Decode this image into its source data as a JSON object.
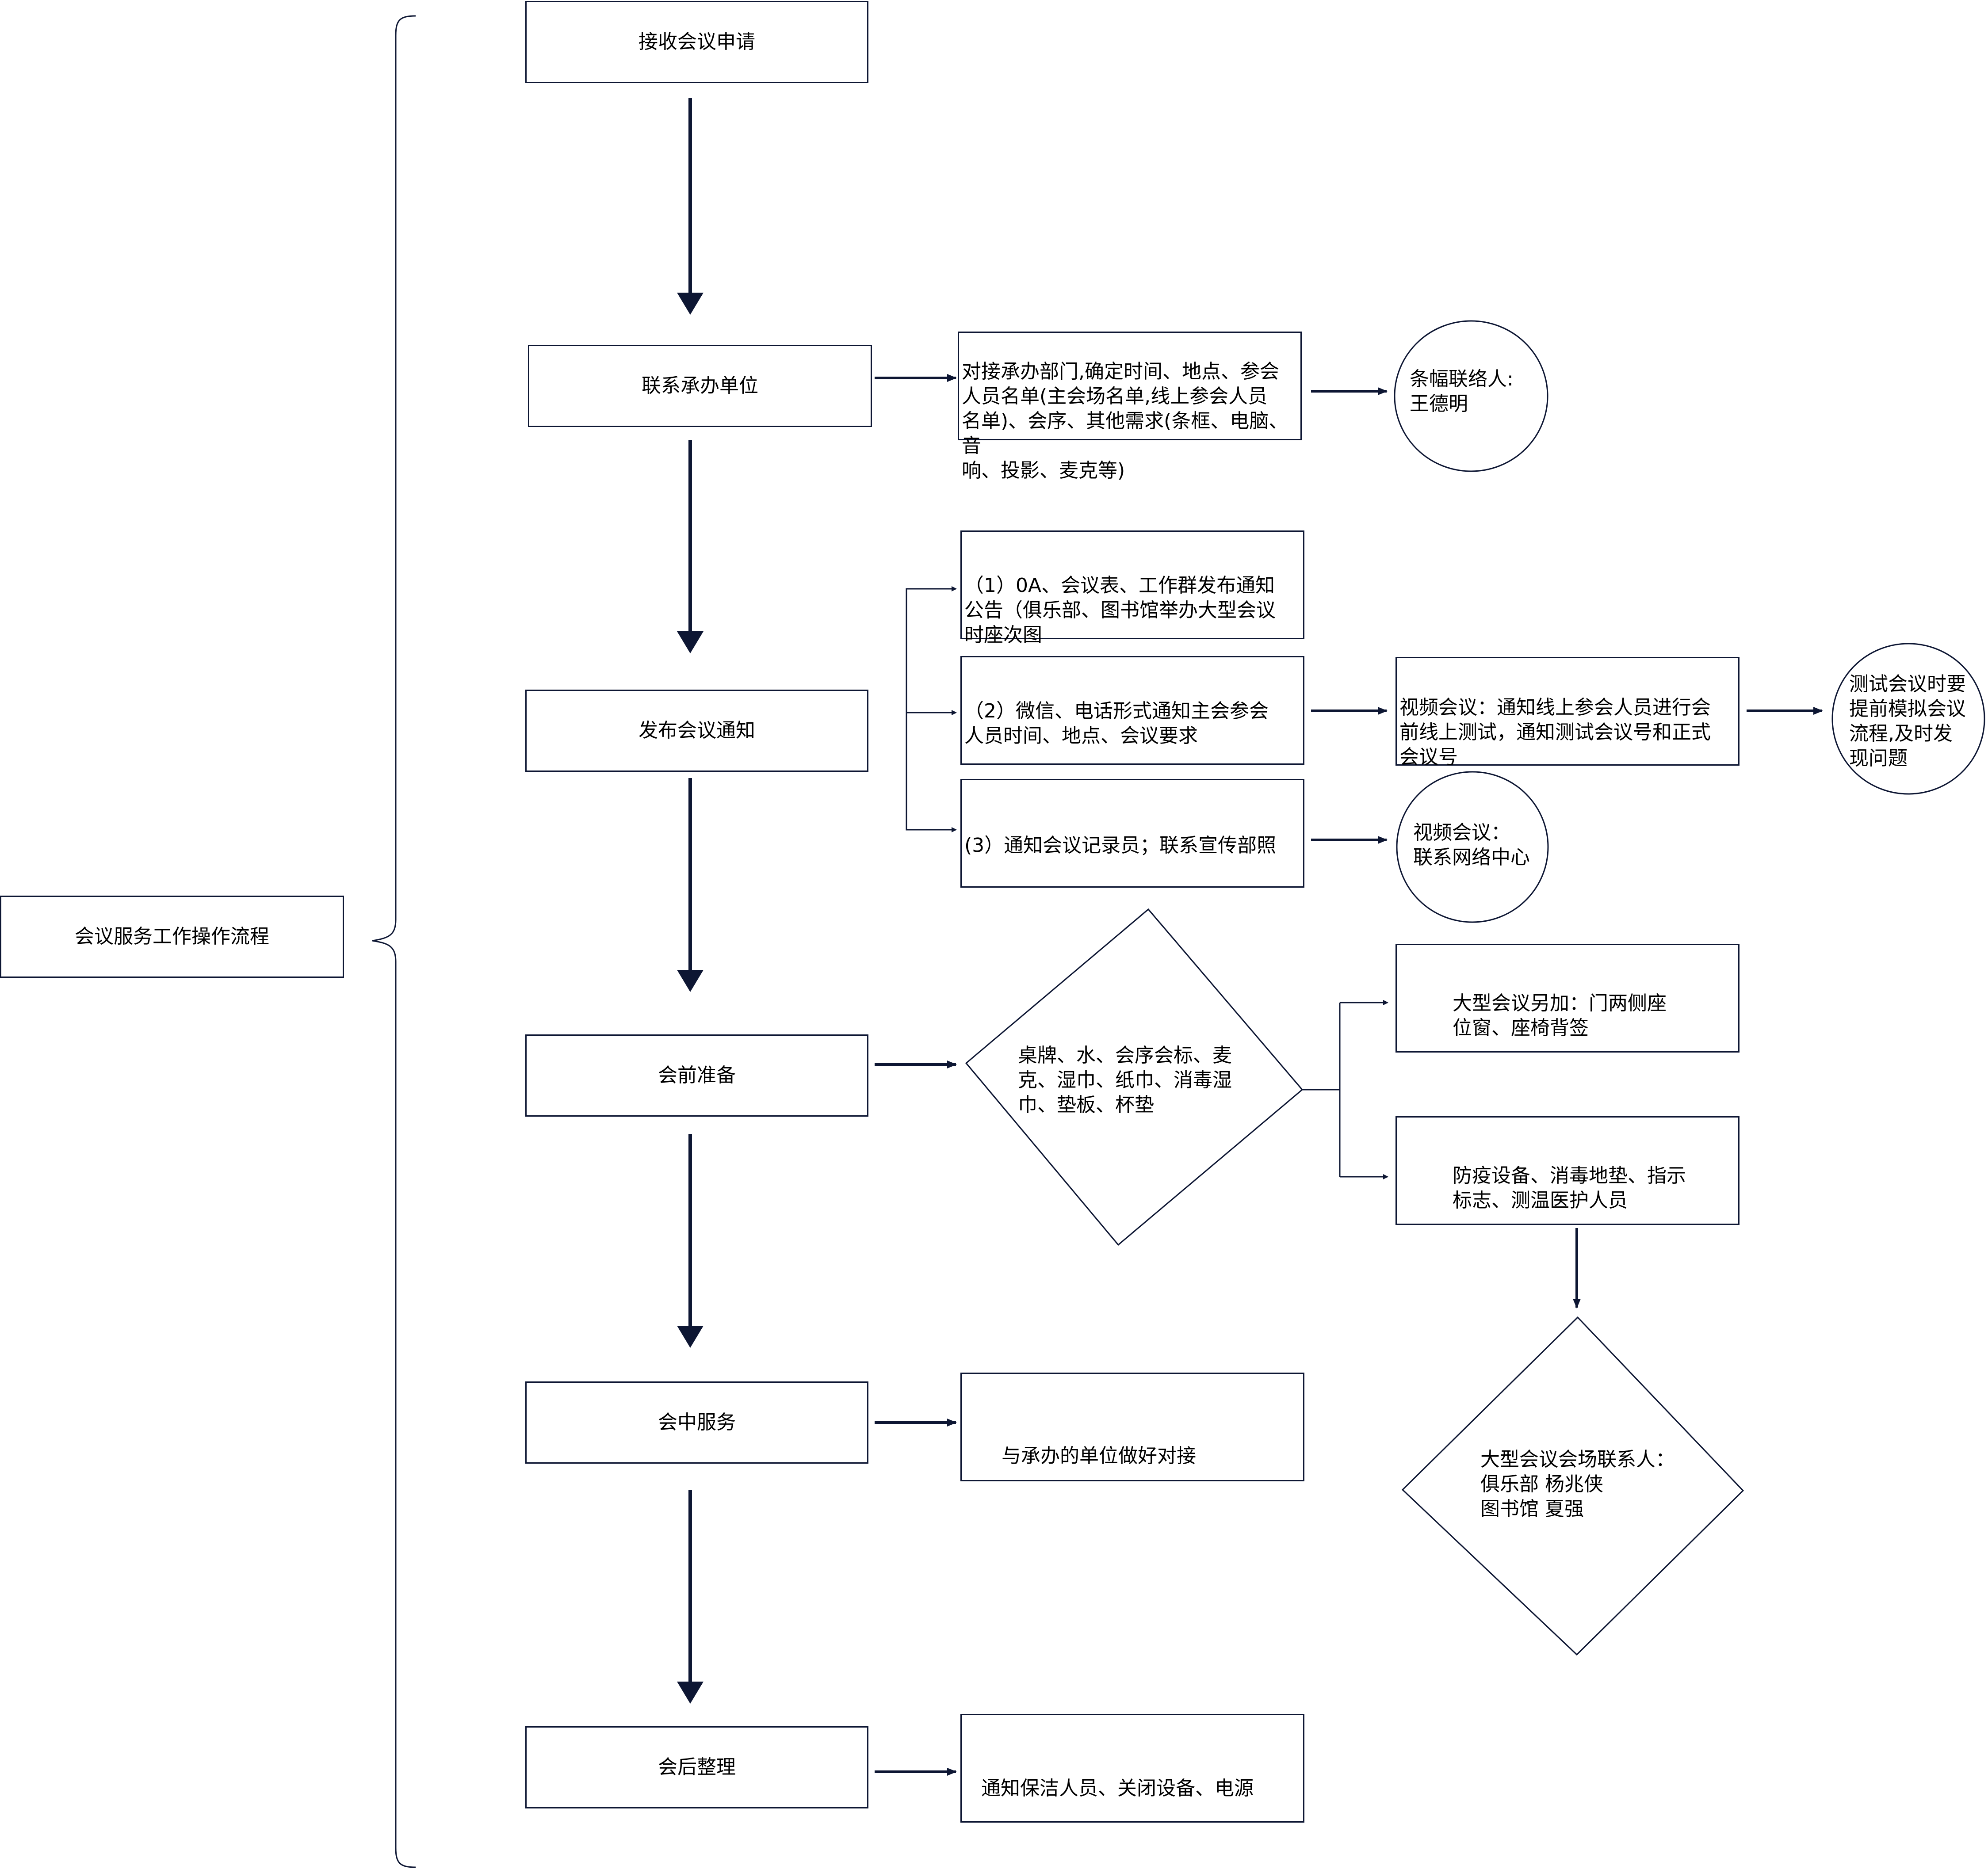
{
  "title": "会议服务工作操作流程",
  "steps": [
    "接收会议申请",
    "联系承办单位",
    "发布会议通知",
    "会前准备",
    "会中服务",
    "会后整理"
  ],
  "contact": {
    "detail": "对接承办部门,确定时间、地点、参会\n人员名单(主会场名单,线上参会人员\n名单)、会序、其他需求(条框、电脑、音\n响、投影、麦克等)",
    "banner": "条幅联络人:\n王德明"
  },
  "notice": {
    "item1": "（1）0A、会议表、工作群发布通知\n公告（俱乐部、图书馆举办大型会议\n时座次图",
    "item2": "（2）微信、电话形式通知主会参会\n人员时间、地点、会议要求",
    "item3": "(3）通知会议记录员；联系宣传部照",
    "video_test": "视频会议：通知线上参会人员进行会\n前线上测试，通知测试会议号和正式\n会议号",
    "simulate": "测试会议时要\n提前模拟会议\n流程,及时发\n现问题",
    "video_net": "视频会议：\n联系网络中心"
  },
  "prep": {
    "items": "桌牌、水、会序会标、麦\n克、湿巾、纸巾、消毒湿\n巾、垫板、杯垫",
    "large": "大型会议另加：门两侧座\n位窗、座椅背签",
    "epidemic": "防疫设备、消毒地垫、指示\n标志、测温医护人员",
    "venue_contact": "大型会议会场联系人：\n俱乐部  杨兆侠\n图书馆  夏强"
  },
  "during": "与承办的单位做好对接",
  "after": "通知保洁人员、关闭设备、电源",
  "colors": {
    "stroke": "#0d1633",
    "fill": "#ffffff"
  }
}
